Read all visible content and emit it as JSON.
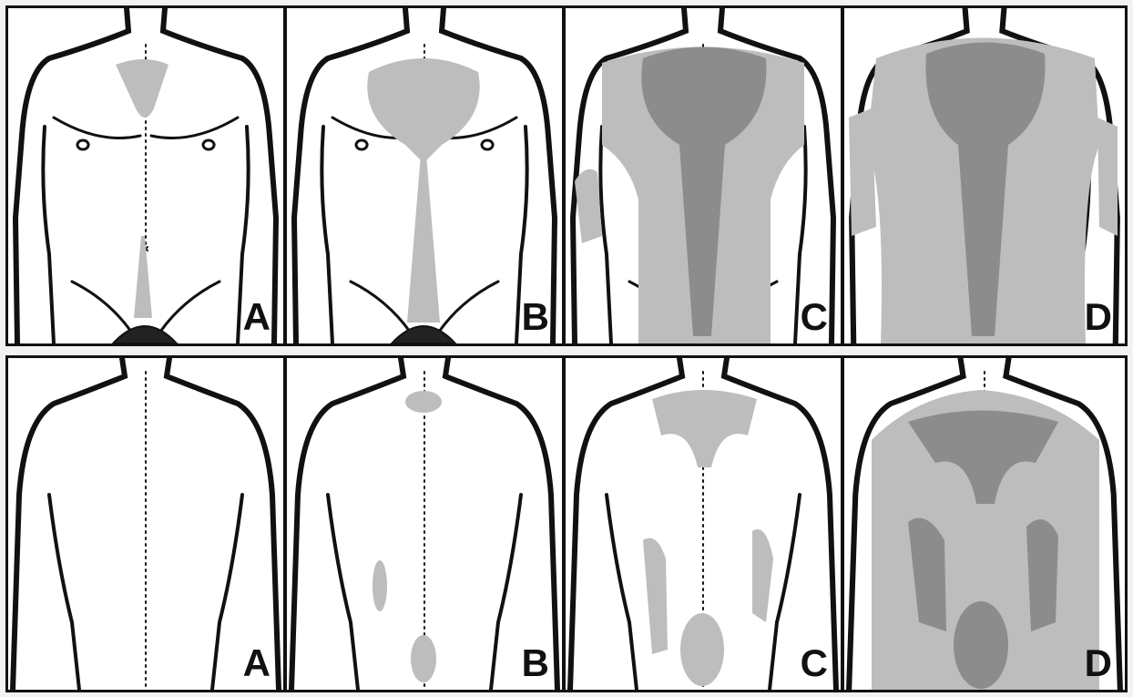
{
  "figure": {
    "rows": [
      {
        "view": "front",
        "panels": [
          {
            "label": "A",
            "extent": "minimal"
          },
          {
            "label": "B",
            "extent": "mild"
          },
          {
            "label": "C",
            "extent": "moderate"
          },
          {
            "label": "D",
            "extent": "extensive"
          }
        ]
      },
      {
        "view": "back",
        "panels": [
          {
            "label": "A",
            "extent": "minimal"
          },
          {
            "label": "B",
            "extent": "mild"
          },
          {
            "label": "C",
            "extent": "moderate"
          },
          {
            "label": "D",
            "extent": "extensive"
          }
        ]
      }
    ],
    "colors": {
      "skin": "#ffffff",
      "outline": "#111111",
      "shade_light": "#bdbdbd",
      "shade_dark": "#8c8c8c",
      "frame": "#111111"
    }
  }
}
